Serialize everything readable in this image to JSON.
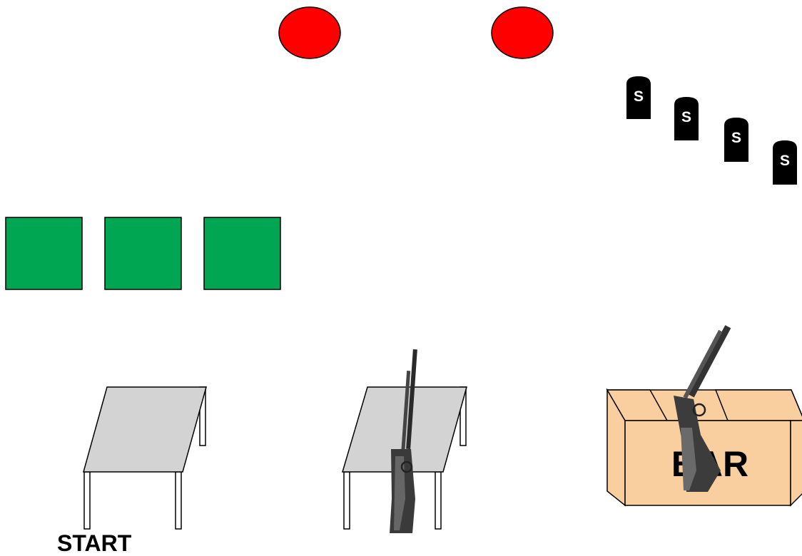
{
  "labels": {
    "start": "START",
    "box": "BAR",
    "target_letter": "S"
  },
  "colors": {
    "target_circle": "#ff0000",
    "green_square": "#00a651",
    "table_top": "#d3d3d3",
    "box_fill": "#f9cfa0",
    "target_plate": "#000000",
    "outline": "#000000"
  },
  "icons": {
    "rifle": "rifle-icon",
    "shotgun": "shotgun-icon"
  }
}
